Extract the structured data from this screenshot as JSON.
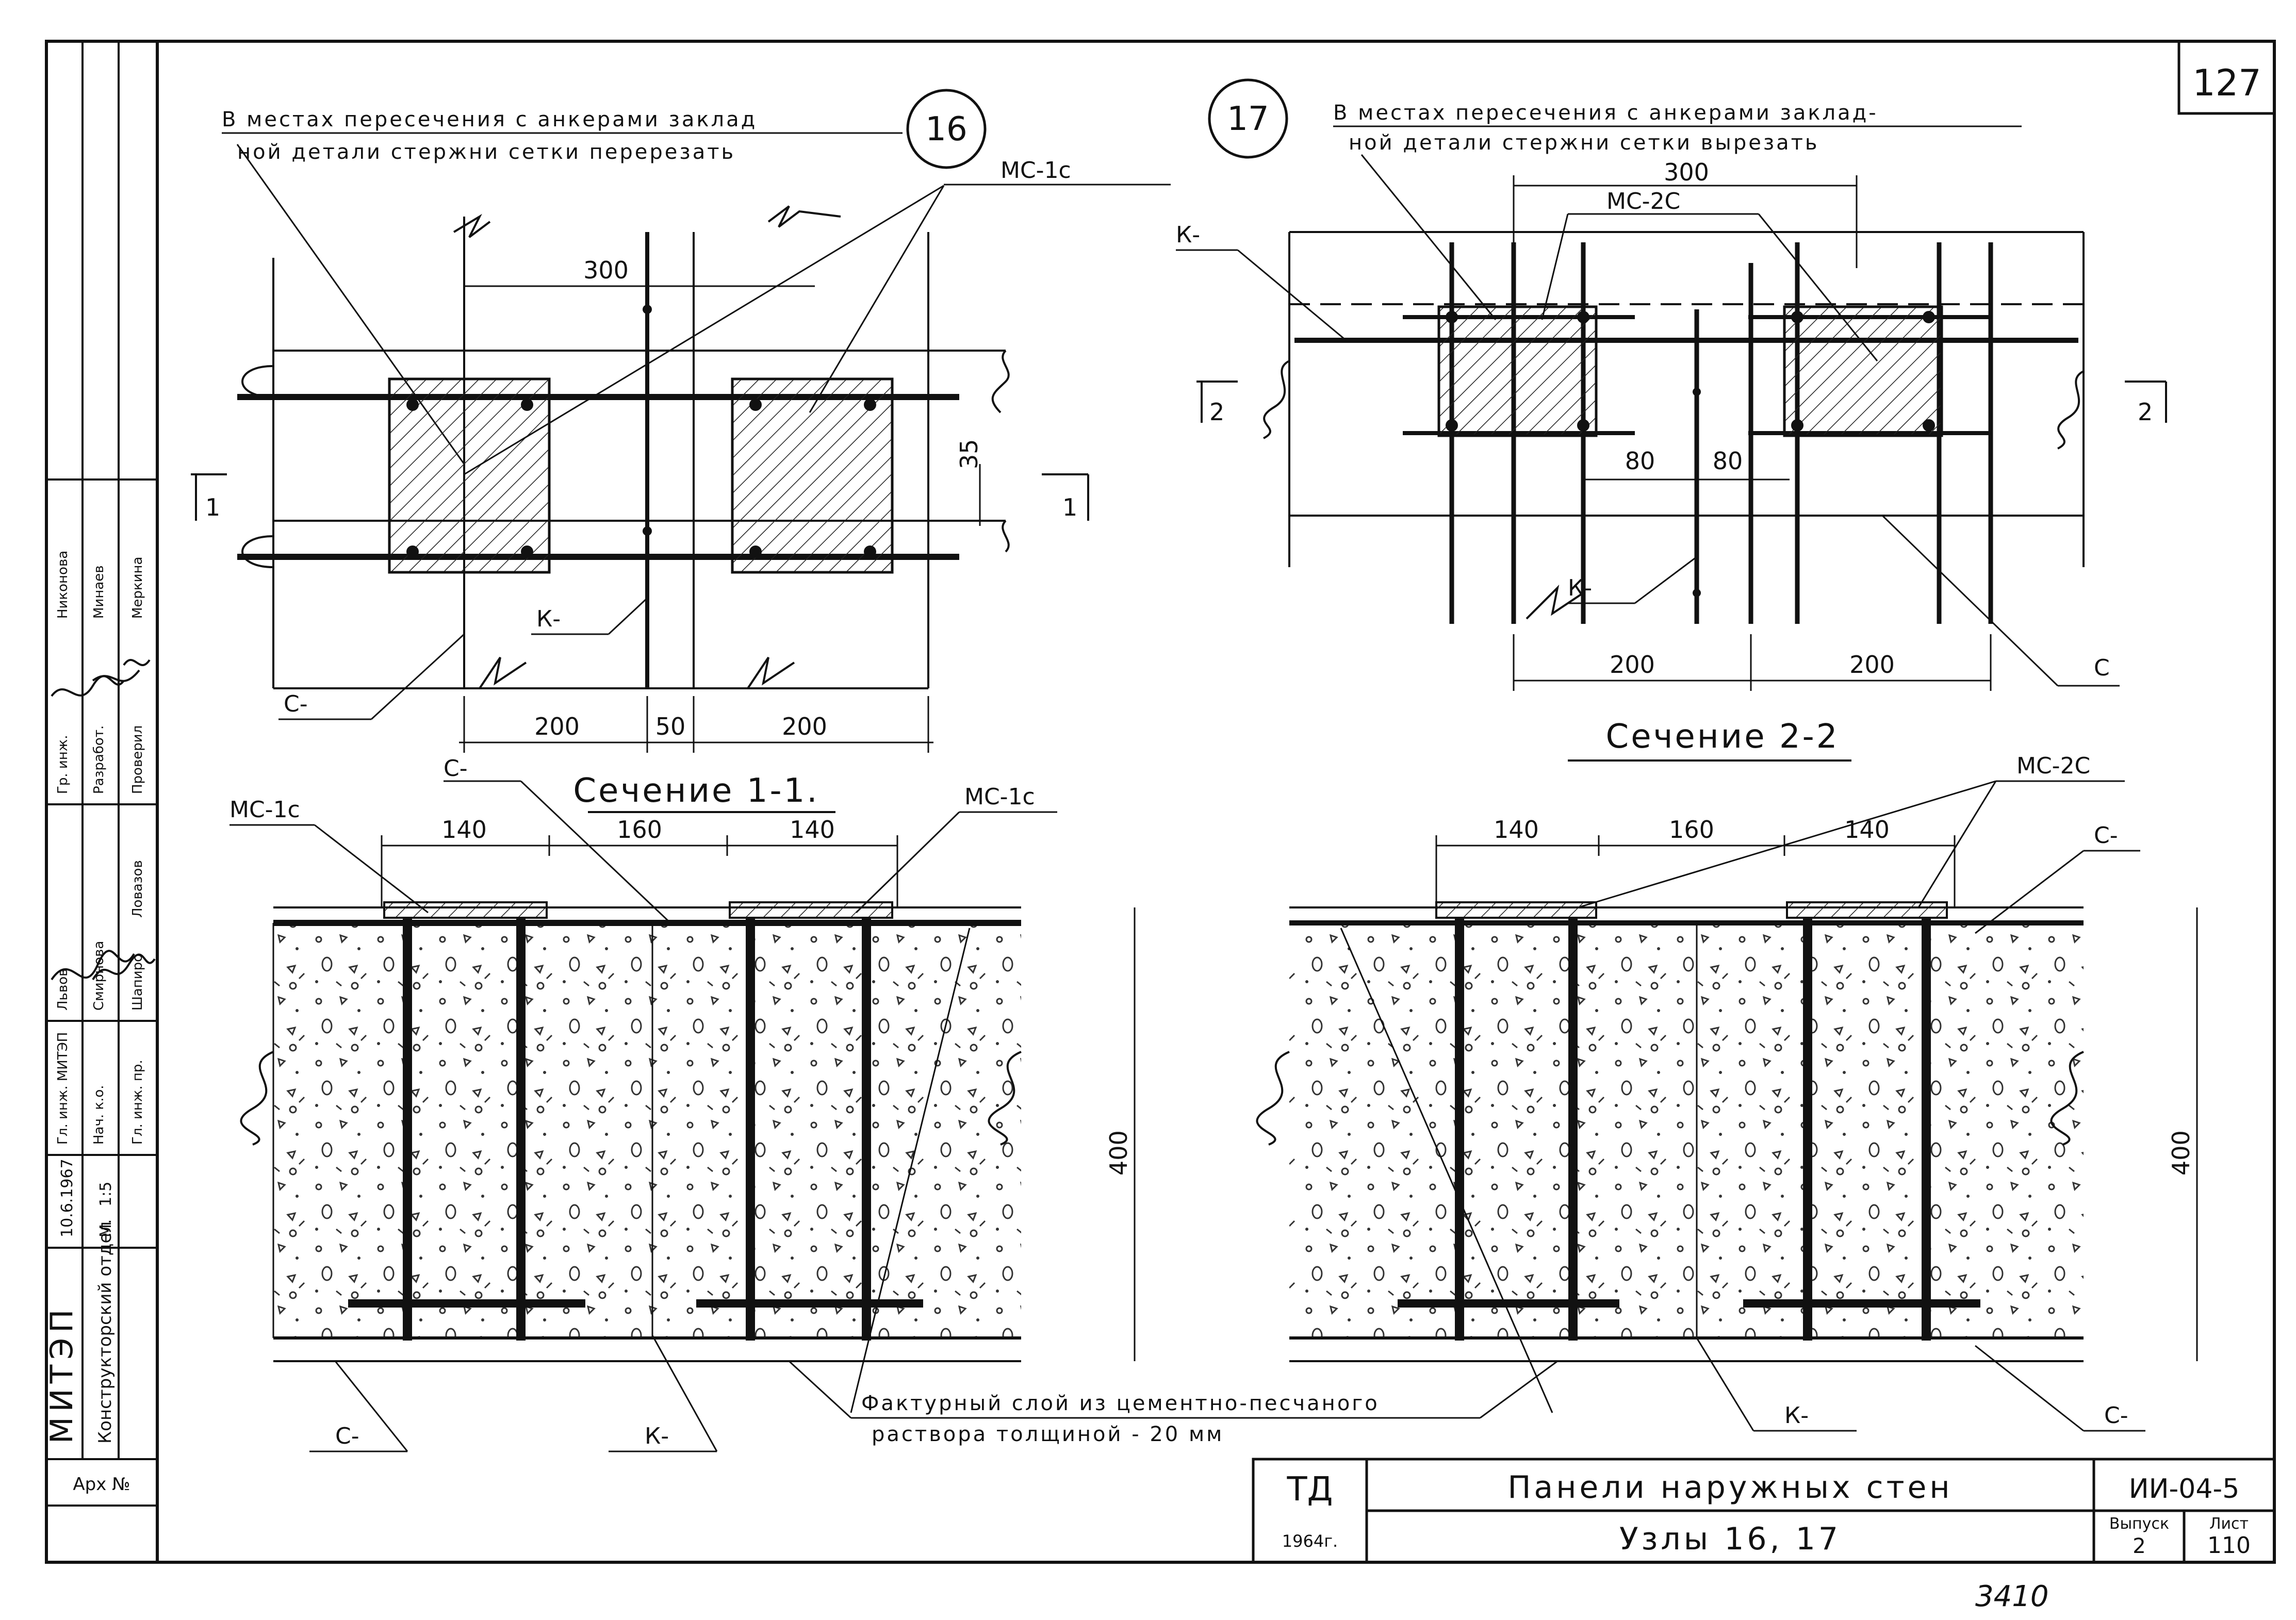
{
  "page_number": "127",
  "node16": {
    "number": "16",
    "note_line1": "В местах пересечения с анкерами заклад",
    "note_line2": "ной детали стержни сетки перерезать",
    "label_mc": "МС-1с",
    "label_k": "К-",
    "label_c": "С-",
    "dim_300": "300",
    "dim_35": "35",
    "dim_200_left": "200",
    "dim_50": "50",
    "dim_200_right": "200",
    "section_mark": "1"
  },
  "node17": {
    "number": "17",
    "note_line1": "В местах пересечения с анкерами заклад-",
    "note_line2": "ной детали стержни сетки вырезать",
    "label_mc": "МС-2С",
    "label_k_top": "К-",
    "label_k": "К-",
    "label_c": "С",
    "dim_300": "300",
    "dim_80_left": "80",
    "dim_80_right": "80",
    "dim_200_left": "200",
    "dim_200_right": "200",
    "section_mark": "2"
  },
  "section11": {
    "title": "Сечение 1-1.",
    "label_mc_left": "МС-1с",
    "label_mc_right": "МС-1с",
    "label_c_top": "С-",
    "label_c_bottom": "С-",
    "label_k_bottom": "К-",
    "dim_140_left": "140",
    "dim_160": "160",
    "dim_140_right": "140",
    "dim_400": "400"
  },
  "section22": {
    "title": "Сечение 2-2",
    "label_mc": "МС-2С",
    "label_c_top": "С-",
    "label_c_bottom": "С-",
    "label_k_bottom": "К-",
    "dim_140_left": "140",
    "dim_160": "160",
    "dim_140_right": "140",
    "dim_400": "400"
  },
  "facing_note": {
    "line1": "Фактурный слой из цементно-песчаного",
    "line2": "раствора толщиной - 20 мм"
  },
  "title_block": {
    "code_td": "ТД",
    "year": "1964г.",
    "title": "Панели наружных стен",
    "subtitle": "Узлы 16, 17",
    "series": "ИИ-04-5",
    "issue_label": "Выпуск",
    "issue_value": "2",
    "sheet_label": "Лист",
    "sheet_value": "110",
    "inventory": "3410"
  },
  "stamp": {
    "org": "МИТЭП",
    "dept": "Конструкторский отдел",
    "date": "10.6.1967",
    "scale_label": "М.",
    "scale": "1:5",
    "roles": [
      "Гл. инж. МИТЭП",
      "Нач. к.о.",
      "Гл. инж. пр.",
      "Гр. инж.",
      "Разработ.",
      "Проверил"
    ],
    "names": [
      "Львов",
      "Смирнова",
      "Шапиро",
      "Ловазов",
      "Никонова",
      "Минаев",
      "Меркина"
    ],
    "archive": "Арх №"
  }
}
